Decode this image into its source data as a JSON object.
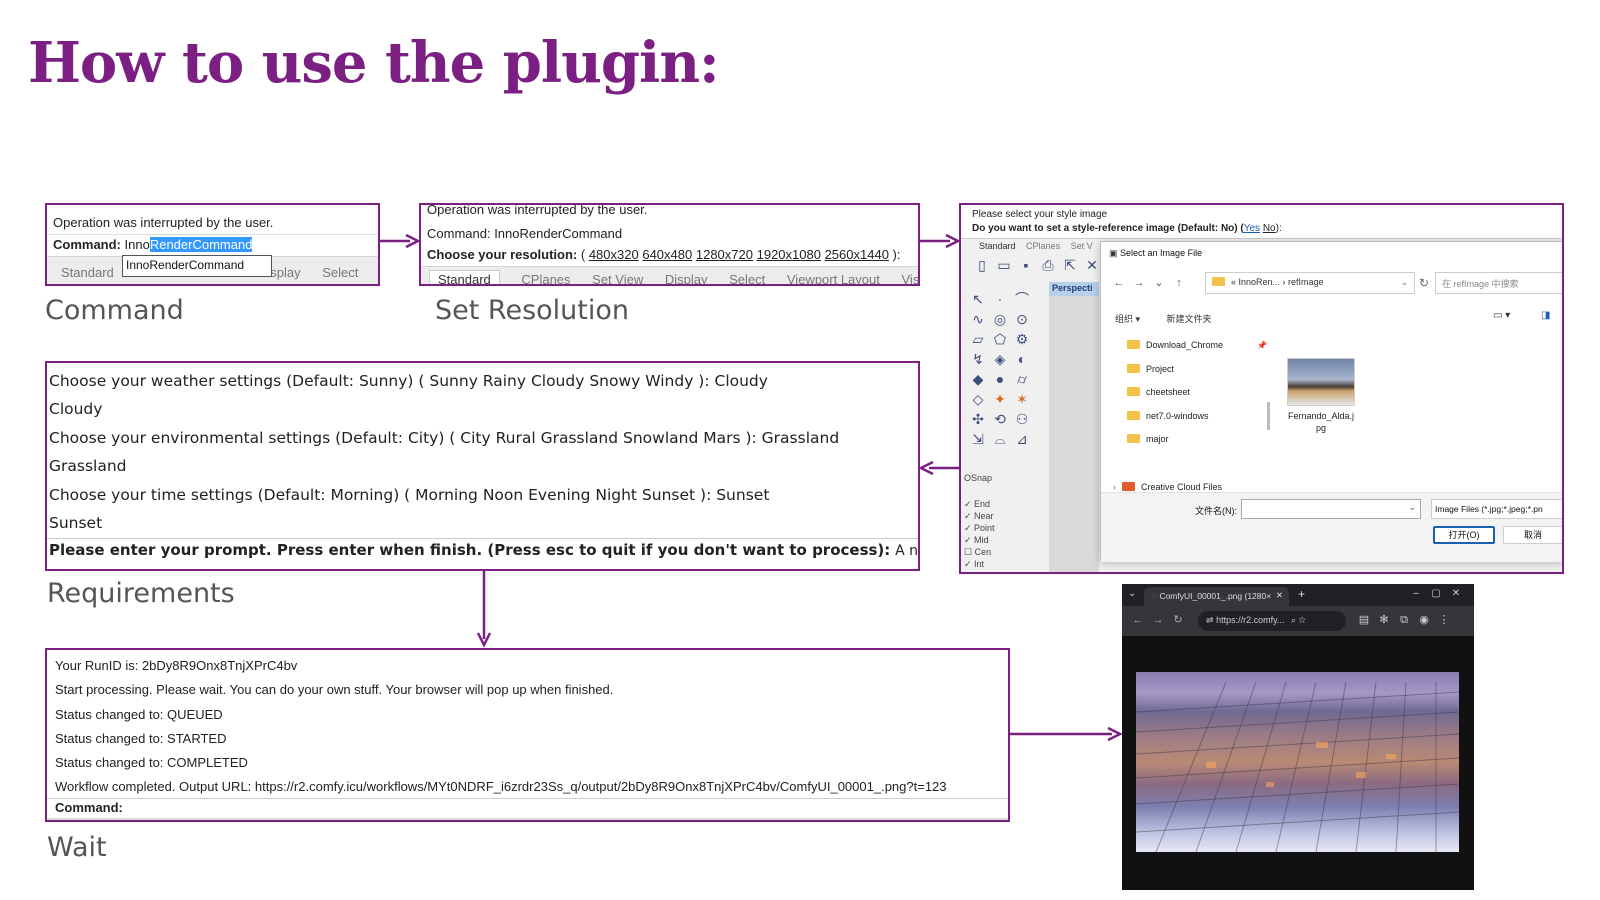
{
  "title": "How to use the plugin:",
  "command_panel": {
    "caption": "Command",
    "line1": "Operation was interrupted by the user.",
    "command_label": "Command:",
    "command_typed": "Inno",
    "command_selected": "RenderCommand",
    "autocomplete": "InnoRenderCommand",
    "tabs": [
      "Standard",
      "isplay",
      "Select"
    ]
  },
  "resolution_panel": {
    "caption": "Set Resolution",
    "line1": "Operation was interrupted by the user.",
    "line2": "Command: InnoRenderCommand",
    "prompt": "Choose your resolution:",
    "open": "(",
    "options": [
      "480x320",
      "640x480",
      "1280x720",
      "1920x1080",
      "2560x1440"
    ],
    "close": "):",
    "tabs": [
      "Standard",
      "CPlanes",
      "Set View",
      "Display",
      "Select",
      "Viewport Layout",
      "Visibility"
    ]
  },
  "style_panel": {
    "line1": "Please select your style image",
    "line2_prefix": "Do you want to set a style-reference image (Default: No) (",
    "yes": "Yes",
    "no": "No",
    "line2_suffix": "):",
    "tabs": [
      "Standard",
      "CPlanes",
      "Set V"
    ],
    "viewport_label": "Perspecti",
    "osnap_title": "OSnap",
    "osnap_items": [
      "End",
      "Near",
      "Point",
      "Mid",
      "Cen",
      "Int"
    ],
    "dialog": {
      "title": "Select an Image File",
      "path_parent": "InnoRen...",
      "path_current": "refImage",
      "search_placeholder": "在 refImage 中搜索",
      "organize": "组织 ▾",
      "new_folder": "新建文件夹",
      "folders": [
        "Download_Chrome",
        "Project",
        "cheetsheet",
        "net7.0-windows",
        "major"
      ],
      "cloud": "Creative Cloud Files",
      "file_name": "Fernando_Alda.jpg",
      "filename_label": "文件名(N):",
      "filter": "Image Files (*.jpg;*.jpeg;*.pn",
      "open_button": "打开(O)",
      "cancel_button": "取消"
    }
  },
  "requirements_panel": {
    "caption": "Requirements",
    "lines": [
      "Choose your weather settings (Default: Sunny) ( Sunny  Rainy  Cloudy  Snowy  Windy ): Cloudy",
      "Cloudy",
      "Choose your environmental settings (Default: City) ( City  Rural  Grassland  Snowland  Mars ): Grassland",
      "Grassland",
      "Choose your time settings (Default: Morning) ( Morning  Noon  Evening  Night  Sunset ): Sunset",
      "Sunset"
    ],
    "prompt_bold": "Please enter your prompt. Press enter when finish. (Press esc to quit if you don't want to process):",
    "prompt_value": "A nice rendering"
  },
  "wait_panel": {
    "caption": "Wait",
    "lines": [
      "Your RunID is: 2bDy8R9Onx8TnjXPrC4bv",
      "Start processing. Please wait. You can do your own stuff. Your browser will pop up when finished.",
      "Status changed to: QUEUED",
      "Status changed to: STARTED",
      "Status changed to: COMPLETED",
      "Workflow completed. Output URL: https://r2.comfy.icu/workflows/MYt0NDRF_i6zrdr23Ss_q/output/2bDy8R9Onx8TnjXPrC4bv/ComfyUI_00001_.png?t=123"
    ],
    "command_label": "Command:"
  },
  "browser": {
    "tab_title": "ComfyUI_00001_.png (1280×",
    "url": "https://r2.comfy...",
    "image_alt": "rendered output image"
  },
  "colors": {
    "accent": "#7b1f82",
    "selection": "#3399ff"
  }
}
